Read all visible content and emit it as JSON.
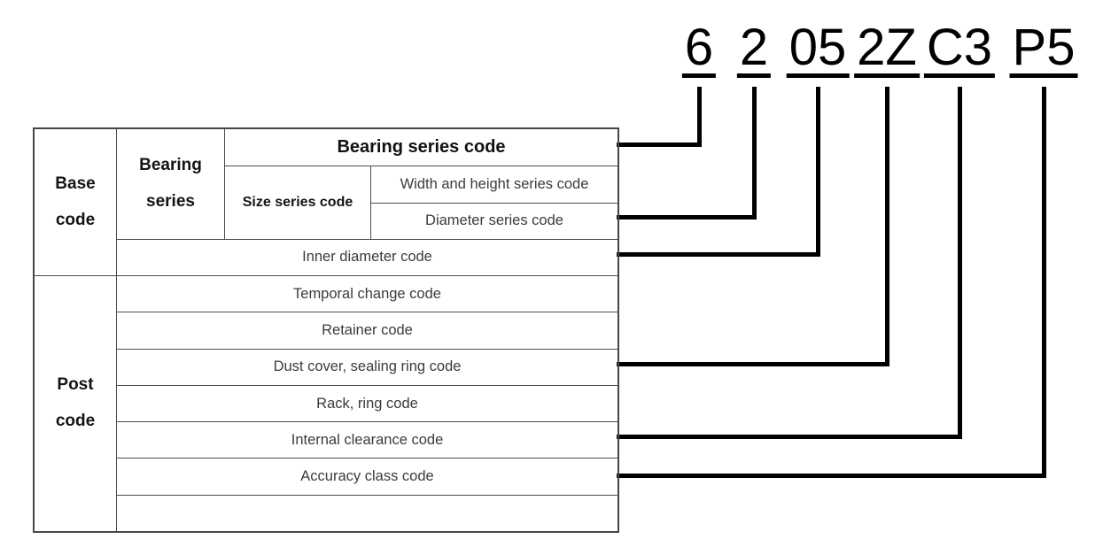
{
  "code": {
    "segments": [
      {
        "code": "6",
        "maps_to": "Bearing series code"
      },
      {
        "code": "2",
        "maps_to": "Diameter series code"
      },
      {
        "code": "05",
        "maps_to": "Inner diameter code"
      },
      {
        "code": "2Z",
        "maps_to": "Dust cover, sealing ring code"
      },
      {
        "code": "C3",
        "maps_to": "Internal clearance code"
      },
      {
        "code": "P5",
        "maps_to": "Accuracy class code"
      }
    ]
  },
  "table": {
    "sections": {
      "base": "Base code",
      "post": "Post code"
    },
    "bearing_series": "Bearing series",
    "bearing_series_code": "Bearing series code",
    "size_series_code": "Size series code",
    "width_height_series_code": "Width and height series code",
    "diameter_series_code": "Diameter series code",
    "inner_diameter_code": "Inner diameter code",
    "post_rows": [
      "Temporal change code",
      "Retainer code",
      "Dust cover, sealing ring code",
      "Rack, ring code",
      "Internal clearance code",
      "Accuracy class code",
      ""
    ]
  },
  "colors": {
    "connector_line": "#000000",
    "table_border": "#4d4d4d",
    "text_regular": "#3b3b3b",
    "text_bold": "#141414",
    "background": "#ffffff"
  }
}
